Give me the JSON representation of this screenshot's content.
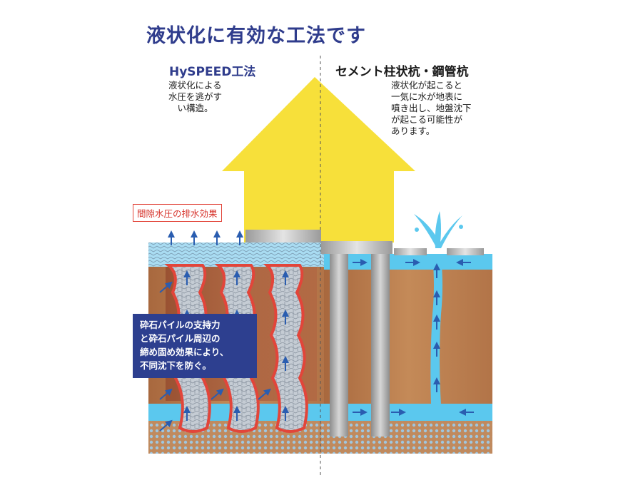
{
  "title": "液状化に有効な工法です",
  "left": {
    "method": "HySPEED工法",
    "note_lines": [
      "液状化による",
      "水圧を逃がす",
      "　い構造。"
    ],
    "callout": "間隙水圧の排水効果",
    "support_lines": [
      "砕石パイルの支持力",
      "と砕石パイル周辺の",
      "締め固め効果により、",
      "不同沈下を防ぐ。"
    ]
  },
  "right": {
    "method": "セメント柱状杭・鋼管杭",
    "note_lines": [
      "液状化が起こると",
      "一気に水が地表に",
      "噴き出し、地盤沈下",
      "が起こる可能性が",
      "あります。"
    ]
  },
  "colors": {
    "title": "#2f3c8c",
    "house": "#f7e03a",
    "soil": "#b27448",
    "water": "#5bc8ee",
    "pile_border": "#e2453a",
    "box": "#2d3f8f",
    "arrow": "#2a5db0"
  },
  "icons": [
    "up-arrow-icon",
    "right-arrow-icon",
    "left-arrow-icon",
    "water-splash-icon"
  ]
}
